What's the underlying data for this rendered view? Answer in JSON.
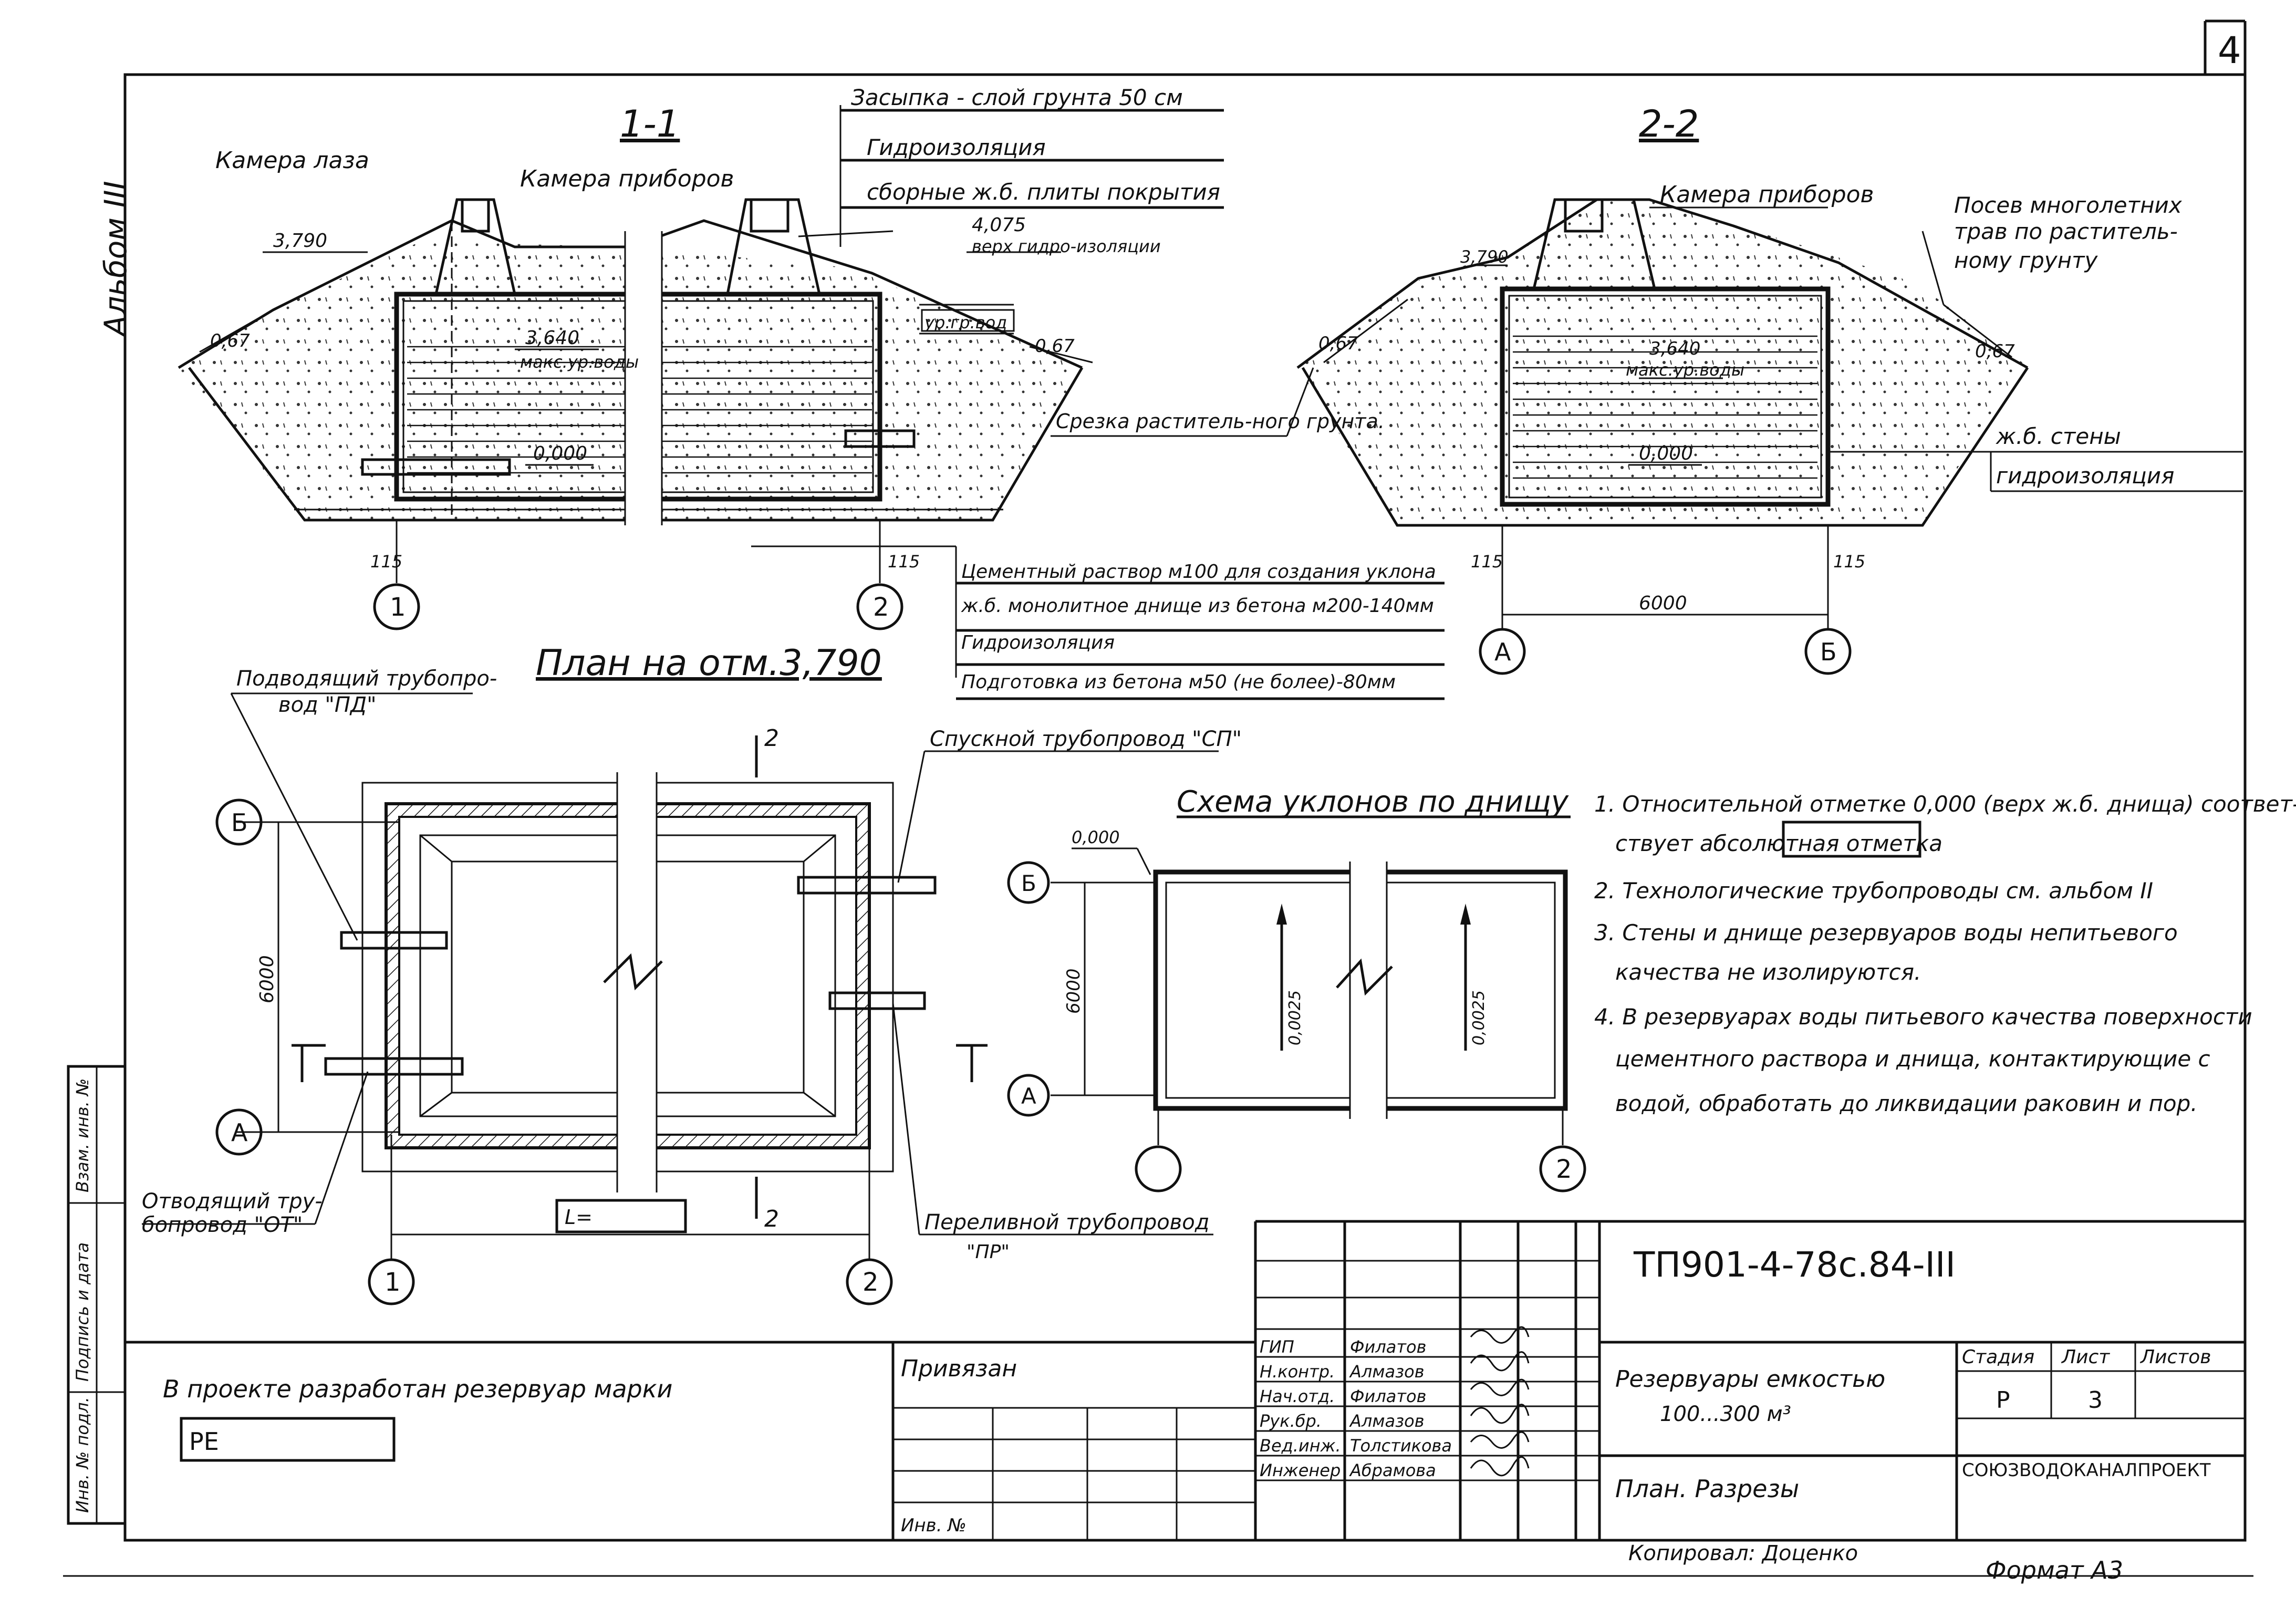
{
  "sheet_number": "4",
  "album_label": "Альбом III",
  "section_1": {
    "title": "1-1",
    "camera_laza": "Камера лаза",
    "camera_priborov": "Камера приборов",
    "elev_3790": "3,790",
    "elev_4075": "4,075",
    "verkh_gidroizolyacii": "верх гидро-изоляции",
    "elev_3640": "3,640",
    "maks_ur_vody": "макс.ур.воды",
    "elev_0000": "0,000",
    "ur_gr_vod": "ур.гр.вод",
    "slope_left": "0,67",
    "slope_right": "0,67",
    "offset_left": "115",
    "offset_right": "115",
    "axis_1": "1",
    "axis_2": "2",
    "srezka": "Срезка раститель-ного грунта."
  },
  "cover_layers": [
    "Засыпка - слой грунта 50 см",
    "Гидроизоляция",
    "сборные ж.б. плиты покрытия"
  ],
  "bottom_layers": [
    "Цементный раствор м100 для создания уклона",
    "ж.б. монолитное днище из бетона м200-140мм",
    "Гидроизоляция",
    "Подготовка из бетона м50 (не более)-80мм"
  ],
  "section_2": {
    "title": "2-2",
    "camera_priborov": "Камера приборов",
    "posev": "Посев многолетних трав по раститель-ному грунту",
    "elev_3790": "3,790",
    "elev_3640": "3,640",
    "maks_ur_vody": "макс.ур.воды",
    "elev_0000": "0,000",
    "slope_left": "0,67",
    "slope_right": "0,67",
    "wall_label": "ж.б. стены",
    "hydro_label": "гидроизоляция",
    "offset_left": "115",
    "offset_right": "115",
    "width_dim": "6000",
    "axis_a": "А",
    "axis_b": "Б"
  },
  "plan": {
    "title": "План на отм.3,790",
    "supply_pipe": "Подводящий трубопро-вод \"ПД\"",
    "drain_pipe": "Спускной трубопровод \"СП\"",
    "outlet_pipe": "Отводящий тру-бопровод \"ОТ\"",
    "overflow_pipe": "Переливной трубопровод \"ПР\"",
    "cut_k2": "2",
    "dim_6000": "6000",
    "length_label": "L=",
    "axis_a": "А",
    "axis_b": "Б",
    "axis_1": "1",
    "axis_2": "2"
  },
  "slope_scheme": {
    "title": "Схема уклонов по днищу",
    "elev_0000": "0,000",
    "dim_6000": "6000",
    "slope_left": "0,0025",
    "slope_right": "0,0025",
    "axis_a": "А",
    "axis_b": "Б",
    "axis_2": "2"
  },
  "notes": [
    "1. Относительной отметке 0,000 (верх ж.б. днища) соответ-",
    "ствует абсолютная отметка",
    "2. Технологические трубопроводы см. альбом II",
    "3. Стены и днище резервуаров воды непитьевого",
    "качества не изолируются.",
    "4. В резервуарах воды питьевого качества поверхности",
    "цементного раствора и днища, контактирующие с",
    "водой, обработать до ликвидации раковин и пор."
  ],
  "project_box": {
    "text": "В проекте разработан резервуар марки",
    "mark": "РЕ"
  },
  "left_stamp": [
    "Инв. № подл.",
    "Подпись и дата",
    "Взам. инв. №"
  ],
  "title_block": {
    "code": "ТП901-4-78с.84-III",
    "privyazan": "Привязан",
    "inv_no": "Инв. №",
    "roles": [
      {
        "role": "ГИП",
        "name": "Филатов"
      },
      {
        "role": "Н.контр.",
        "name": "Алмазов"
      },
      {
        "role": "Нач.отд.",
        "name": "Филатов"
      },
      {
        "role": "Рук.бр.",
        "name": "Алмазов"
      },
      {
        "role": "Вед.инж.",
        "name": "Толстикова"
      },
      {
        "role": "Инженер",
        "name": "Абрамова"
      }
    ],
    "title_line1": "Резервуары емкостью",
    "title_line2": "100...300 м³",
    "subtitle": "План. Разрезы",
    "stage_header": "Стадия",
    "sheet_header": "Лист",
    "sheets_header": "Листов",
    "stage": "Р",
    "sheet": "3",
    "org": "СОЮЗВОДОКАНАЛПРОЕКТ"
  },
  "copied_by": "Копировал: Доценко",
  "format": "Формат А3"
}
